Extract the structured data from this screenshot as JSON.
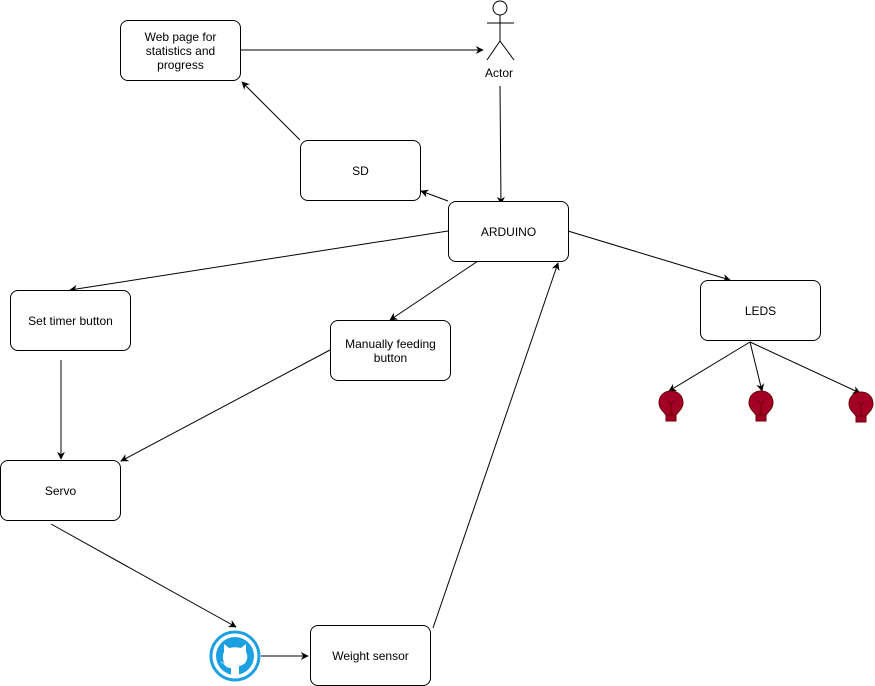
{
  "nodes": {
    "web_page": "Web page for\nstatistics and\nprogress",
    "sd": "SD",
    "arduino": "ARDUINO",
    "leds": "LEDS",
    "set_timer": "Set timer button",
    "manual_feed": "Manually feeding\nbutton",
    "servo": "Servo",
    "weight_sensor": "Weight sensor"
  },
  "actor": {
    "label": "Actor"
  },
  "icons": {
    "bulb": "lightbulb-icon",
    "bulb_color": "#a20025",
    "github": "github-octocat-icon",
    "github_color": "#1ba1e2"
  }
}
